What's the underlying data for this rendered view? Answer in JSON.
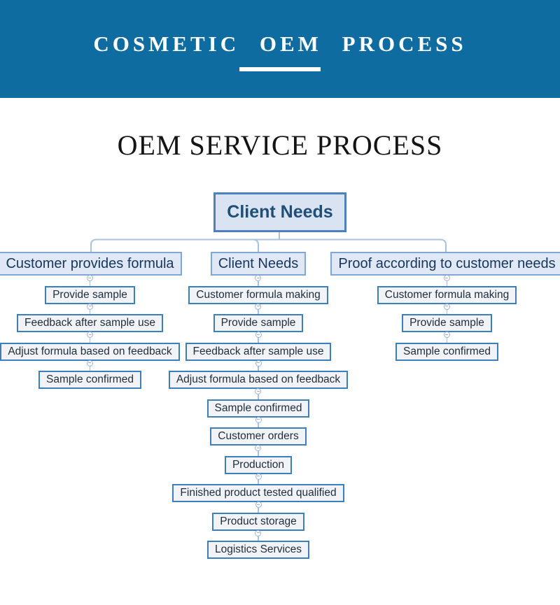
{
  "banner": {
    "title": "COSMETIC OEM PROCESS",
    "bg_color": "#0e6ca1",
    "text_color": "#ffffff"
  },
  "section": {
    "title": "OEM SERVICE PROCESS"
  },
  "flow": {
    "root": "Client Needs",
    "columns": [
      {
        "header": "Customer provides formula",
        "steps": [
          "Provide sample",
          "Feedback after sample use",
          "Adjust formula based on feedback",
          "Sample confirmed"
        ]
      },
      {
        "header": "Client Needs",
        "steps": [
          "Customer formula making",
          "Provide sample",
          "Feedback after sample use",
          "Adjust formula based on feedback",
          "Sample confirmed",
          "Customer orders",
          "Production",
          "Finished product tested qualified",
          "Product storage",
          "Logistics Services"
        ]
      },
      {
        "header": "Proof according to customer needs",
        "steps": [
          "Customer formula making",
          "Provide sample",
          "Sample confirmed"
        ]
      }
    ],
    "colors": {
      "root_box_border": "#4e80c0",
      "root_box_fill": "#d9e3f1",
      "root_text": "#1f4e79",
      "header_box_border": "#7fa7d6",
      "header_box_fill": "#dfe8f4",
      "header_text": "#17365d",
      "step_box_border": "#3d7ebd",
      "step_box_fill": "#f1f3f6",
      "step_text": "#1f2d3d",
      "connector_line": "#a9c2de"
    }
  }
}
